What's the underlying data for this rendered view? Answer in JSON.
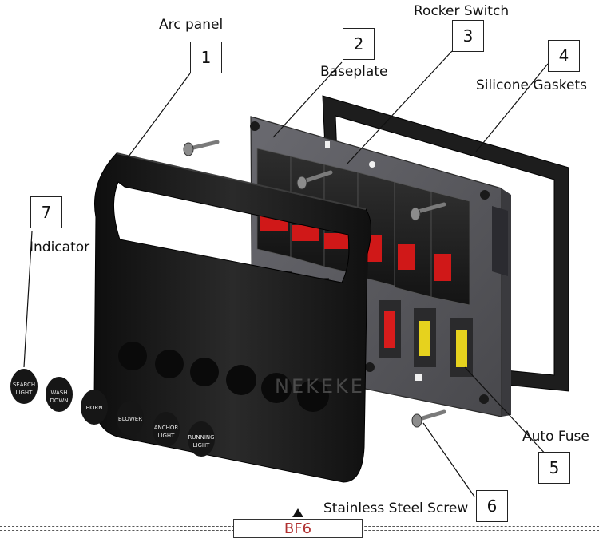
{
  "parts": [
    {
      "num": "1",
      "label": "Arc panel"
    },
    {
      "num": "2",
      "label": "Baseplate"
    },
    {
      "num": "3",
      "label": "Rocker Switch"
    },
    {
      "num": "4",
      "label": "Silicone Gaskets"
    },
    {
      "num": "5",
      "label": "Auto Fuse"
    },
    {
      "num": "6",
      "label": "Stainless Steel Screw"
    },
    {
      "num": "7",
      "label": "Indicator"
    }
  ],
  "indicator_caps": [
    {
      "line1": "SEARCH",
      "line2": "LIGHT"
    },
    {
      "line1": "WASH",
      "line2": "DOWN"
    },
    {
      "line1": "HORN",
      "line2": ""
    },
    {
      "line1": "BLOWER",
      "line2": ""
    },
    {
      "line1": "ANCHOR",
      "line2": "LIGHT"
    },
    {
      "line1": "RUNNING",
      "line2": "LIGHT"
    }
  ],
  "watermark": "NEKEKE",
  "model": "BF6",
  "colors": {
    "panel_black": "#1c1c1c",
    "baseplate_gray": "#5a5a5e",
    "switch_red": "#d01818",
    "fuse_red": "#d81c1c",
    "fuse_yellow": "#e6d21e",
    "fuse_blue": "#2a3ad0",
    "model_text": "#b03030"
  }
}
